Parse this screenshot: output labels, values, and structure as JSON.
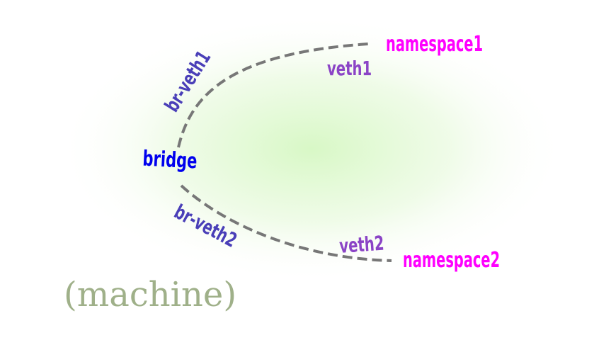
{
  "labels": {
    "machine": "(machine)",
    "bridge": "bridge",
    "br_veth1": "br-veth1",
    "br_veth2": "br-veth2",
    "veth1": "veth1",
    "veth2": "veth2",
    "namespace1": "namespace1",
    "namespace2": "namespace2"
  },
  "colors": {
    "bridge": "#0000ee",
    "br_veth": "#4a3fb8",
    "veth": "#8b44c6",
    "namespace": "#ff00ff",
    "machine": "#9fb089",
    "link": "#777777",
    "glow": "#d9f7c8"
  }
}
